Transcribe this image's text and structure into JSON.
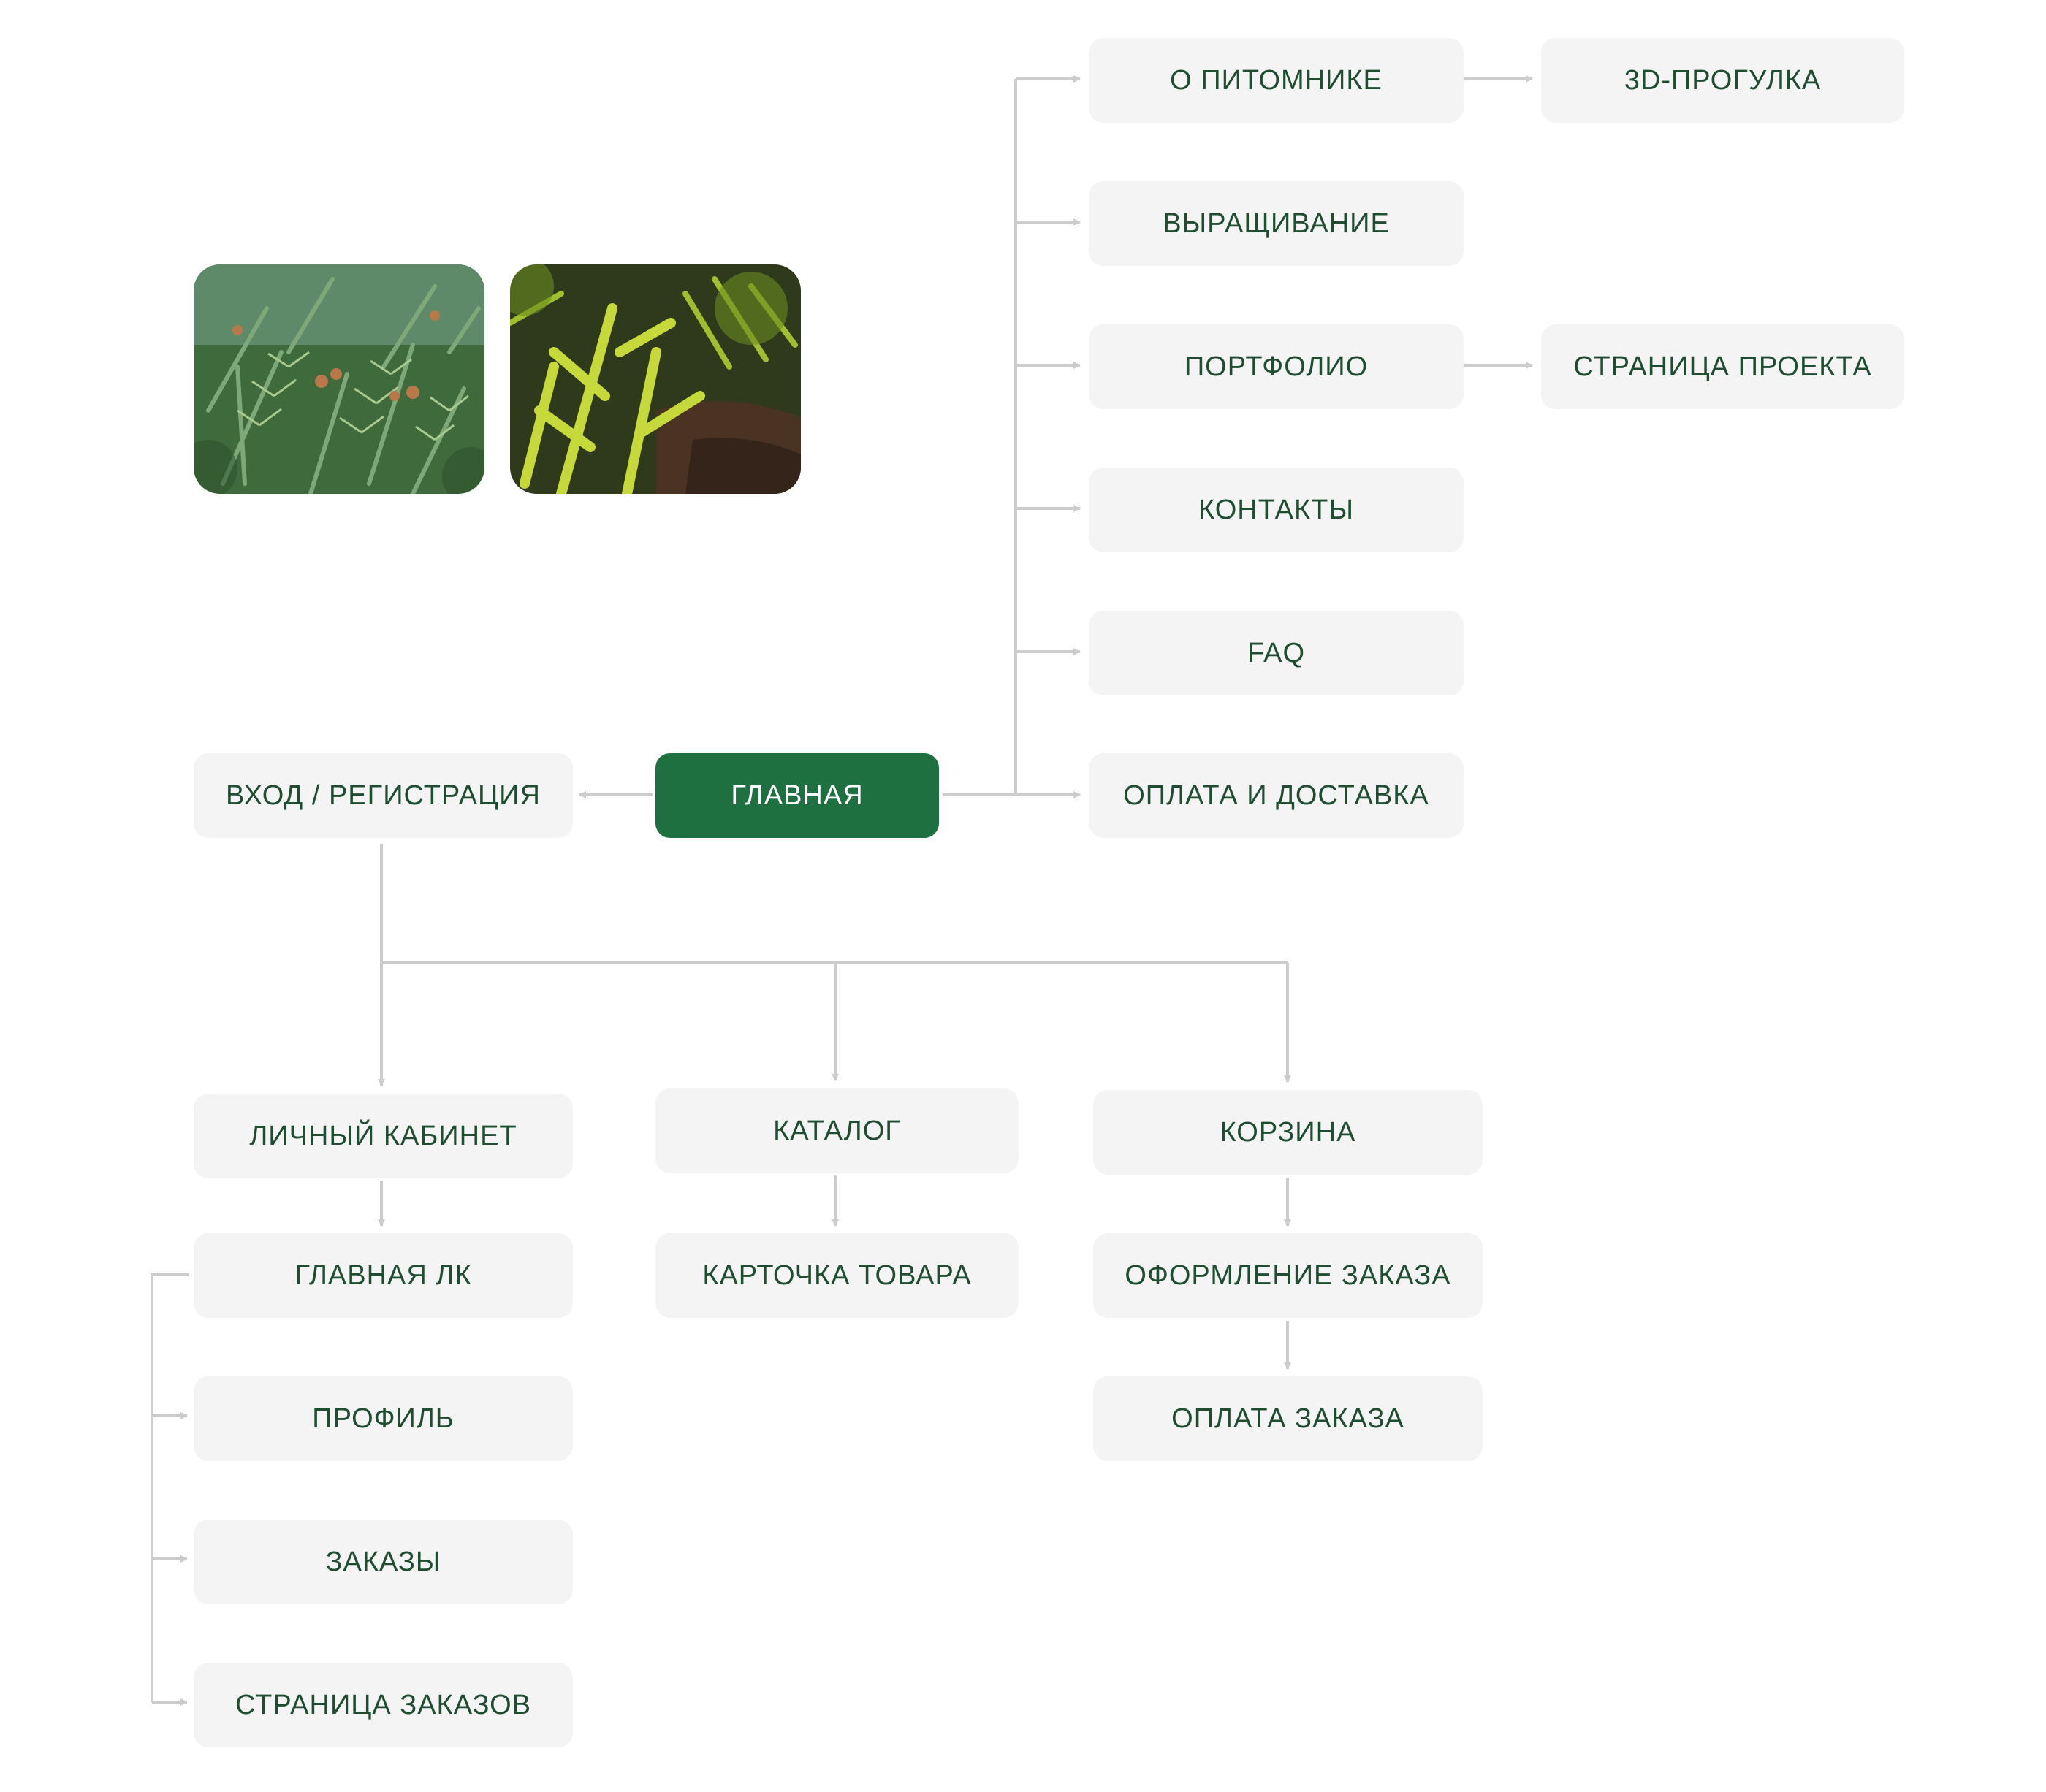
{
  "nodes": {
    "home": "ГЛАВНАЯ",
    "login": "ВХОД / РЕГИСТРАЦИЯ",
    "about": "О ПИТОМНИКЕ",
    "tour3d": "3D-ПРОГУЛКА",
    "growing": "ВЫРАЩИВАНИЕ",
    "portfolio": "ПОРТФОЛИО",
    "project": "СТРАНИЦА ПРОЕКТА",
    "contacts": "КОНТАКТЫ",
    "faq": "FAQ",
    "delivery": "ОПЛАТА И ДОСТАВКА",
    "account": "ЛИЧНЫЙ КАБИНЕТ",
    "account_home": "ГЛАВНАЯ ЛК",
    "profile": "ПРОФИЛЬ",
    "orders": "ЗАКАЗЫ",
    "orders_page": "СТРАНИЦА ЗАКАЗОВ",
    "catalog": "КАТАЛОГ",
    "product": "КАРТОЧКА ТОВАРА",
    "cart": "КОРЗИНА",
    "checkout": "ОФОРМЛЕНИЕ ЗАКАЗА",
    "payment": "ОПЛАТА ЗАКАЗА"
  },
  "colors": {
    "accent": "#1e7040",
    "node_bg": "#f4f4f4",
    "node_text": "#1f4d2f",
    "connector": "#cccccc"
  },
  "images": {
    "left": "spruce-branches-photo",
    "right": "juniper-photo"
  }
}
